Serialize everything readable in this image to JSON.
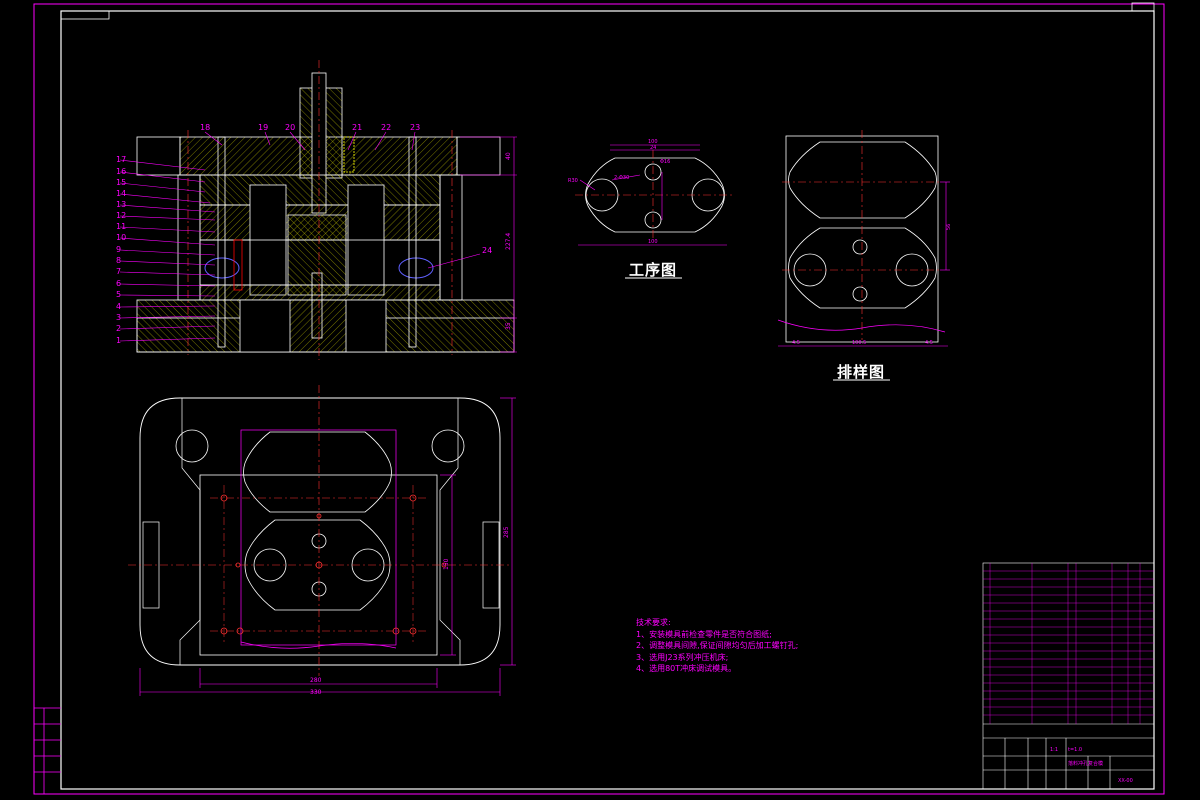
{
  "drawing": {
    "section_view": {
      "part_numbers_left": [
        "17",
        "16",
        "15",
        "14",
        "13",
        "12",
        "11",
        "10",
        "9",
        "8",
        "7",
        "6",
        "5",
        "4",
        "3",
        "2",
        "1"
      ],
      "part_numbers_top": [
        "18",
        "19",
        "20",
        "21",
        "22",
        "23"
      ],
      "part_number_right": "24",
      "dim_right_top": "40",
      "dim_right_mid": "227.4",
      "dim_right_bottom": "35"
    },
    "process_view": {
      "title": "工序图",
      "dim_top": "100",
      "dim_top2": "24",
      "dim_bottom": "100",
      "dim_radius": "R30",
      "dim_hole1": "2-Φ30",
      "dim_hole2": "Φ16"
    },
    "layout_view": {
      "title": "排样图",
      "dim_side": "56",
      "dim_left": "4.5",
      "dim_bottom": "100.5",
      "dim_right": "4.5"
    },
    "plan_view": {
      "dim_width_inner": "280",
      "dim_width_outer": "330",
      "dim_height_inner": "150",
      "dim_height_outer": "285"
    },
    "tech_notes": {
      "heading": "技术要求:",
      "lines": [
        "1、安装模具前检查零件是否符合图纸;",
        "2、调整模具间隙,保证间隙均匀后加工螺钉孔;",
        "3、选用J23系列冲压机床;",
        "4、选用80T冲床调试模具。"
      ]
    },
    "title_block": {
      "drawing_name": "落料冲孔复合模",
      "drawing_no": "XX-00",
      "scale_text": "1:1",
      "material_text": "t=1.0"
    }
  }
}
